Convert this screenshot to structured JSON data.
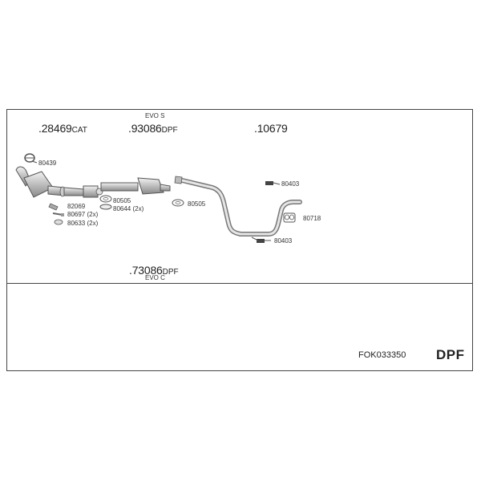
{
  "labels": {
    "part_28469": {
      "number": ".28469",
      "suffix": "CAT"
    },
    "part_93086": {
      "variant": "EVO S",
      "number": ".93086",
      "suffix": "DPF"
    },
    "part_10679": {
      "number": ".10679"
    },
    "part_73086": {
      "number": ".73086",
      "suffix": "DPF",
      "variant": "EVO C"
    }
  },
  "refs": {
    "r80439": "80439",
    "r82069": "82069",
    "r80697": "80697 (2x)",
    "r80633": "80633 (2x)",
    "r80505a": "80505",
    "r80644": "80644 (2x)",
    "r80505b": "80505",
    "r80403a": "80403",
    "r80718": "80718",
    "r80403b": "80403"
  },
  "footer": {
    "kit_code": "FOK033350",
    "type": "DPF"
  }
}
